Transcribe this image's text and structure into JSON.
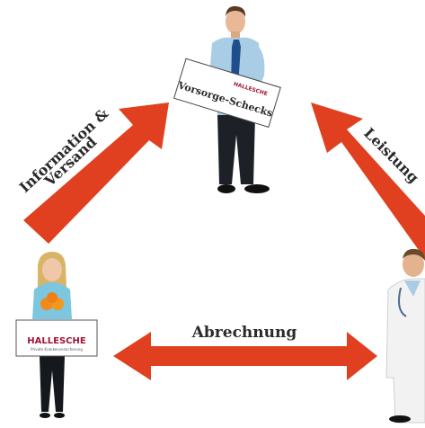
{
  "labels": {
    "info_line1": "Information &",
    "info_line2": "Versand",
    "leistung": "Leistung",
    "abrechnung": "Abrechnung"
  },
  "top_person": {
    "card_text": "Vorsorge-Schecks",
    "card_logo": "HALLESCHE"
  },
  "left_person": {
    "card_logo": "HALLESCHE",
    "card_subtext": "Private Krankenversicherung"
  },
  "colors": {
    "arrow": "#e0401f",
    "brand": "#a01535",
    "text": "#2a2a2a",
    "suit": "#1d2127",
    "shirt_blue": "#a9cde6",
    "coat": "#f2f2f2"
  },
  "icons": [
    "businessman-figure",
    "woman-figure",
    "doctor-figure",
    "arrow-icon"
  ]
}
